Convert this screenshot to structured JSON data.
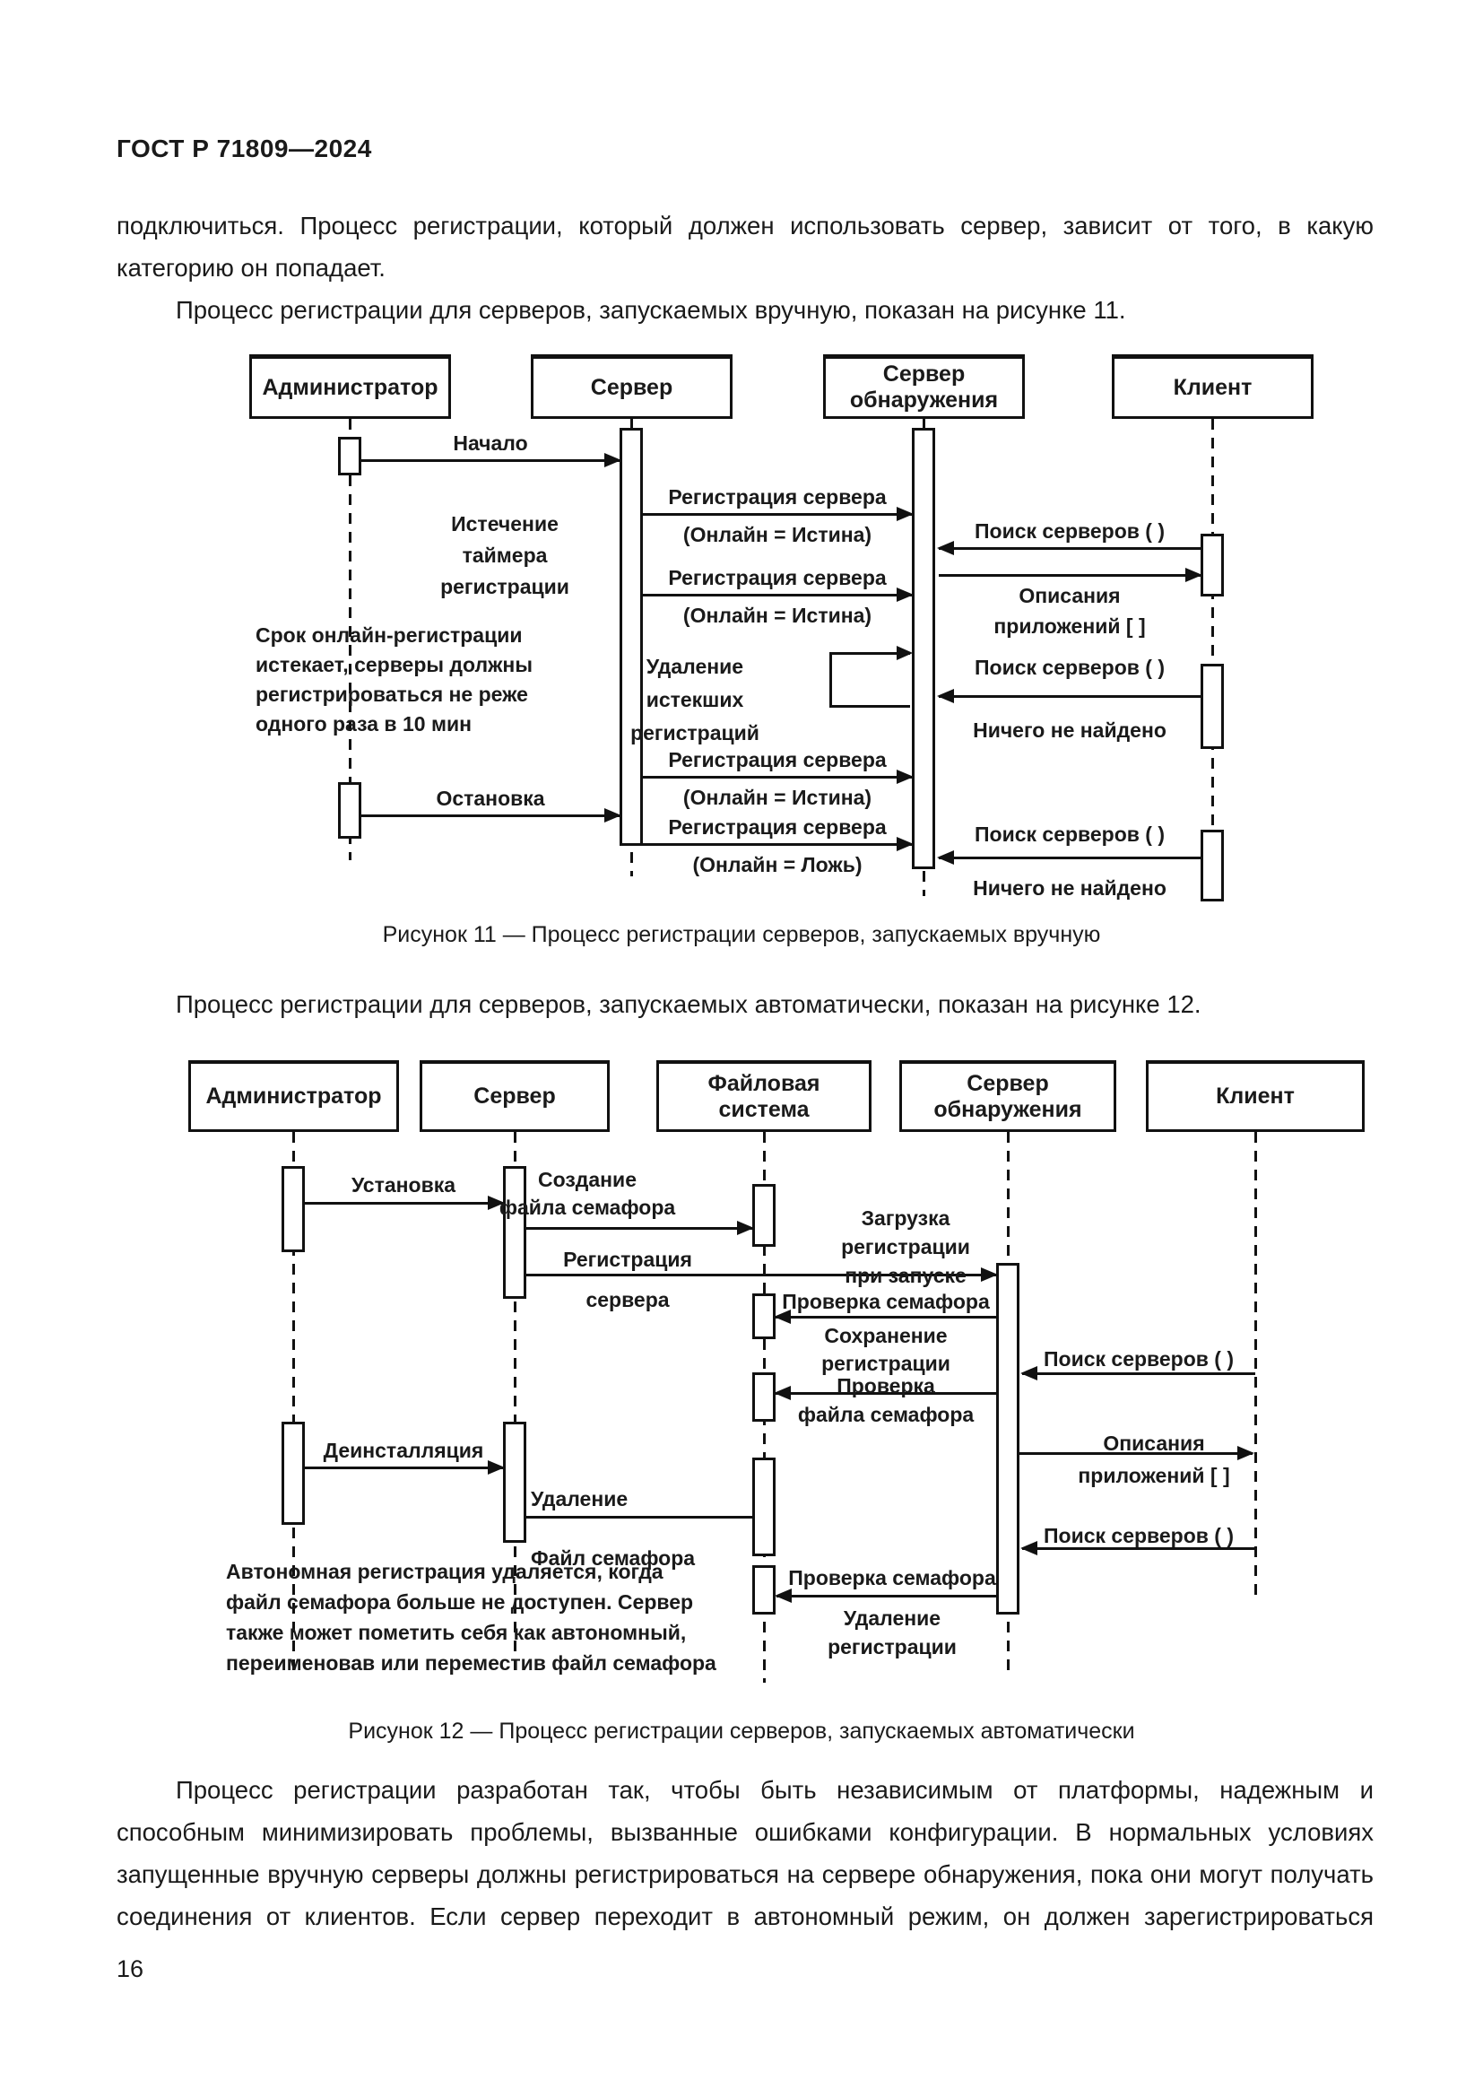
{
  "page": {
    "header": "ГОСТ Р 71809—2024",
    "page_number": "16",
    "paragraphs": {
      "p1": "подключиться. Процесс регистрации, который должен использовать сервер, зависит от того, в какую категорию он попадает.",
      "p2": "Процесс регистрации для серверов, запускаемых вручную, показан на рисунке 11.",
      "p3": "Процесс регистрации для серверов, запускаемых автоматически, показан на рисунке 12.",
      "p4": "Процесс регистрации разработан так, чтобы быть независимым от платформы, надежным и способным минимизировать проблемы, вызванные ошибками конфигурации. В нормальных условиях запущенные вручную серверы должны регистрироваться на сервере обнаружения, пока они могут получать соединения от клиентов. Если сервер переходит в автономный режим, он должен зарегистрироваться"
    }
  },
  "fig11": {
    "caption": "Рисунок 11 — Процесс регистрации серверов, запускаемых вручную",
    "actors": {
      "admin": "Администратор",
      "server": "Сервер",
      "discovery": "Сервер\nобнаружения",
      "client": "Клиент"
    },
    "labels": {
      "start": "Начало",
      "reg1": "Регистрация сервера",
      "reg1_param": "(Онлайн = Истина)",
      "search1": "Поиск серверов ( )",
      "timer_note": "Истечение\nтаймера\nрегистрации",
      "descriptions": "Описания\nприложений [ ]",
      "reg2": "Регистрация сервера",
      "reg2_param": "(Онлайн = Истина)",
      "expire_note": "Срок онлайн-регистрации\nистекает, серверы должны\nрегистрироваться не реже\nодного раза в 10 мин",
      "cleanup": "Удаление\nистекших\nрегистраций",
      "search2": "Поиск серверов ( )",
      "nothing1": "Ничего не найдено",
      "reg3": "Регистрация сервера",
      "reg3_param": "(Онлайн = Истина)",
      "stop": "Остановка",
      "reg4": "Регистрация сервера",
      "reg4_param": "(Онлайн = Ложь)",
      "search3": "Поиск серверов ( )",
      "nothing2": "Ничего не найдено"
    }
  },
  "fig12": {
    "caption": "Рисунок 12 — Процесс регистрации серверов, запускаемых автоматически",
    "actors": {
      "admin": "Администратор",
      "server": "Сервер",
      "fs": "Файловая\nсистема",
      "discovery": "Сервер\nобнаружения",
      "client": "Клиент"
    },
    "labels": {
      "install": "Установка",
      "create_semaphore": "Создание\nфайла семафора",
      "load_reg": "Загрузка\nрегистрации\nпри запуске",
      "reg_server_top": "Регистрация",
      "reg_server_bottom": "сервера",
      "check_semaphore1": "Проверка семафора",
      "save_reg": "Сохранение\nрегистрации",
      "search1": "Поиск серверов ( )",
      "check_file_top": "Проверка",
      "check_file_bottom": "файла семафора",
      "descriptions_top": "Описания",
      "descriptions_bottom": "приложений [ ]",
      "search2": "Поиск серверов ( )",
      "uninstall": "Деинсталляция",
      "delete": "Удаление",
      "semaphore_file": "Файл семафора",
      "offline_note": "Автономная регистрация удаляется, когда\nфайл семафора больше не доступен. Сервер\nтакже может пометить себя как автономный,\nпереименовав или переместив файл семафора",
      "check_semaphore2": "Проверка семафора",
      "delete_reg": "Удаление\nрегистрации"
    }
  }
}
